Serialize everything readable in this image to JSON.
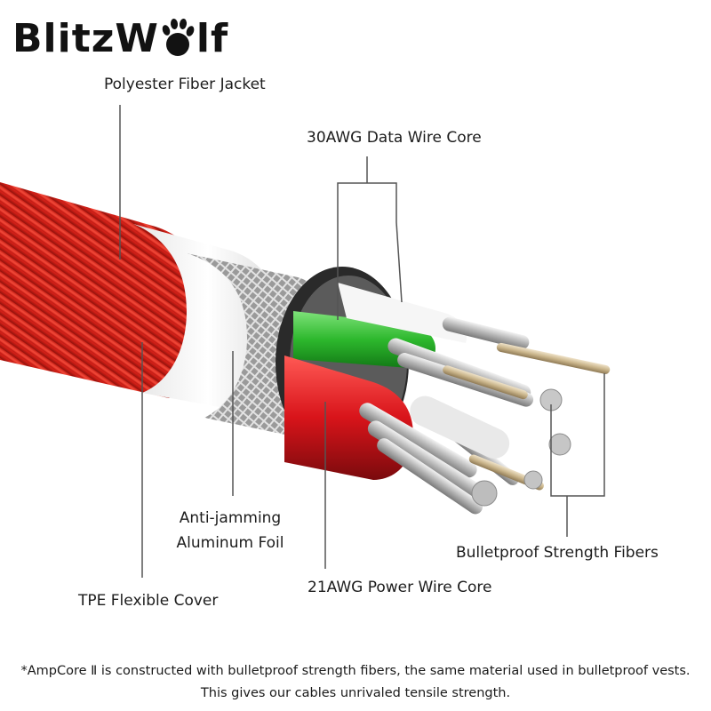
{
  "brand": {
    "logo_text": "BlitzW",
    "logo_text_end": "lf"
  },
  "callouts": {
    "jacket": "Polyester Fiber Jacket",
    "data_core": "30AWG Data Wire Core",
    "foil_line1": "Anti-jamming",
    "foil_line2": "Aluminum Foil",
    "strength": "Bulletproof Strength Fibers",
    "power_core": "21AWG Power Wire Core",
    "tpe": "TPE Flexible Cover"
  },
  "footnote": {
    "line1": "*AmpCore Ⅱ is constructed with bulletproof strength fibers, the same material used in bulletproof vests.",
    "line2": "This gives our cables unrivaled tensile strength."
  },
  "colors": {
    "jacket_red": "#e2231a",
    "tpe_white": "#f4f4f4",
    "data_green": "#2db82d",
    "power_red": "#d8141a",
    "strand_silver": "#c8c8c8",
    "leader_line": "#555555"
  }
}
